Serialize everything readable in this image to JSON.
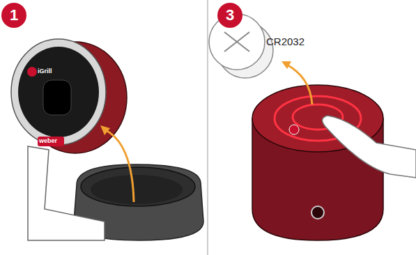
{
  "diagram": {
    "nodes": [
      {
        "text": [
          "1"
        ]
      },
      {
        "text": [
          "3"
        ]
      }
    ],
    "labels": [
      "CR2032",
      "iGrill",
      "weber"
    ]
  }
}
